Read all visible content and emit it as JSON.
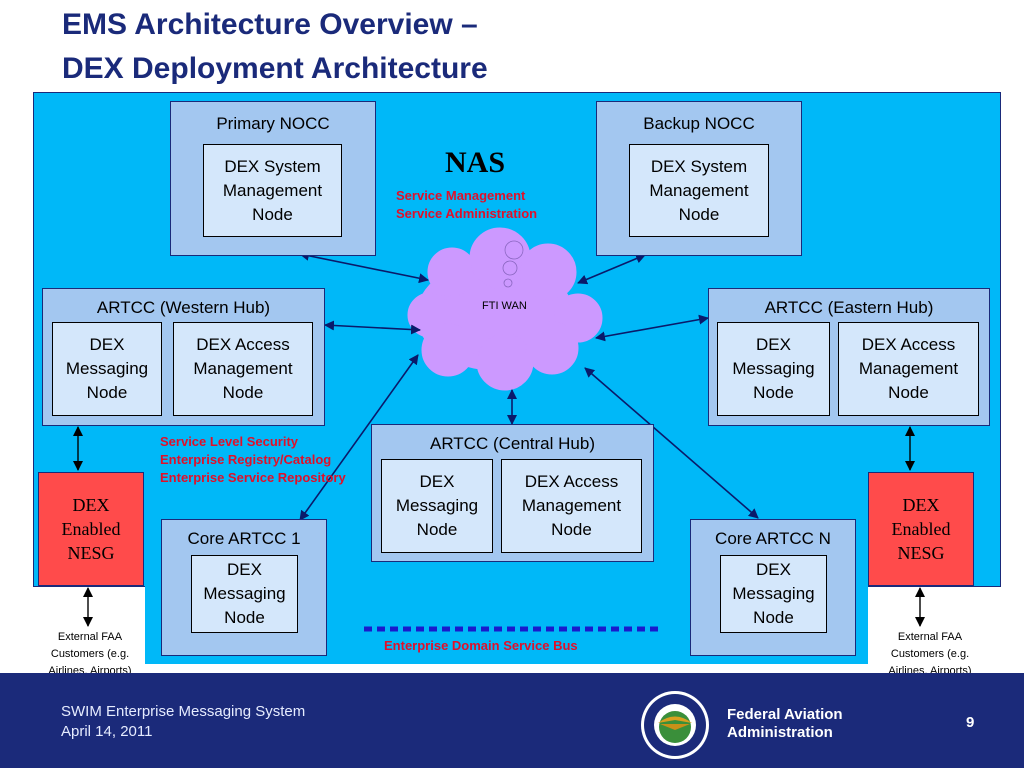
{
  "title": {
    "line1": "EMS Architecture Overview –",
    "line2": "DEX Deployment Architecture"
  },
  "nas_label": "NAS",
  "service_management": "Service Management\nService Administration",
  "fti_wan": "FTI WAN",
  "security_note": "Service Level Security\nEnterprise Registry/Catalog\nEnterprise Service Repository",
  "primary_nocc": {
    "label": "Primary NOCC",
    "node": "DEX System\nManagement\nNode"
  },
  "backup_nocc": {
    "label": "Backup NOCC",
    "node": "DEX System\nManagement\nNode"
  },
  "artcc_western": {
    "label": "ARTCC (Western Hub)",
    "messaging": "DEX\nMessaging\nNode",
    "access": "DEX Access\nManagement\nNode"
  },
  "artcc_eastern": {
    "label": "ARTCC (Eastern Hub)",
    "messaging": "DEX\nMessaging\nNode",
    "access": "DEX Access\nManagement\nNode"
  },
  "artcc_central": {
    "label": "ARTCC (Central Hub)",
    "messaging": "DEX\nMessaging\nNode",
    "access": "DEX Access\nManagement\nNode"
  },
  "core_artcc_1": {
    "label": "Core ARTCC 1",
    "messaging": "DEX\nMessaging\nNode"
  },
  "core_artcc_n": {
    "label": "Core ARTCC N",
    "messaging": "DEX\nMessaging\nNode"
  },
  "nesg_left": "DEX\nEnabled\nNESG",
  "nesg_right": "DEX\nEnabled\nNESG",
  "external_left": "External FAA\nCustomers (e.g.\nAirlines, Airports)",
  "external_right": "External FAA\nCustomers (e.g.\nAirlines, Airports)",
  "bus_label": "Enterprise Domain Service Bus",
  "footer": {
    "system": "SWIM Enterprise Messaging System",
    "date": "April 14, 2011",
    "agency": "Federal Aviation\nAdministration",
    "page": "9"
  },
  "colors": {
    "background_blue": "#00b8f8",
    "box_blue": "#a3c7f0",
    "node_blue": "#d4e7fb",
    "nesg_red": "#ff4b4b",
    "cloud": "#cc99ff",
    "footer_navy": "#1b2a7a",
    "note_red": "#e0102a"
  }
}
